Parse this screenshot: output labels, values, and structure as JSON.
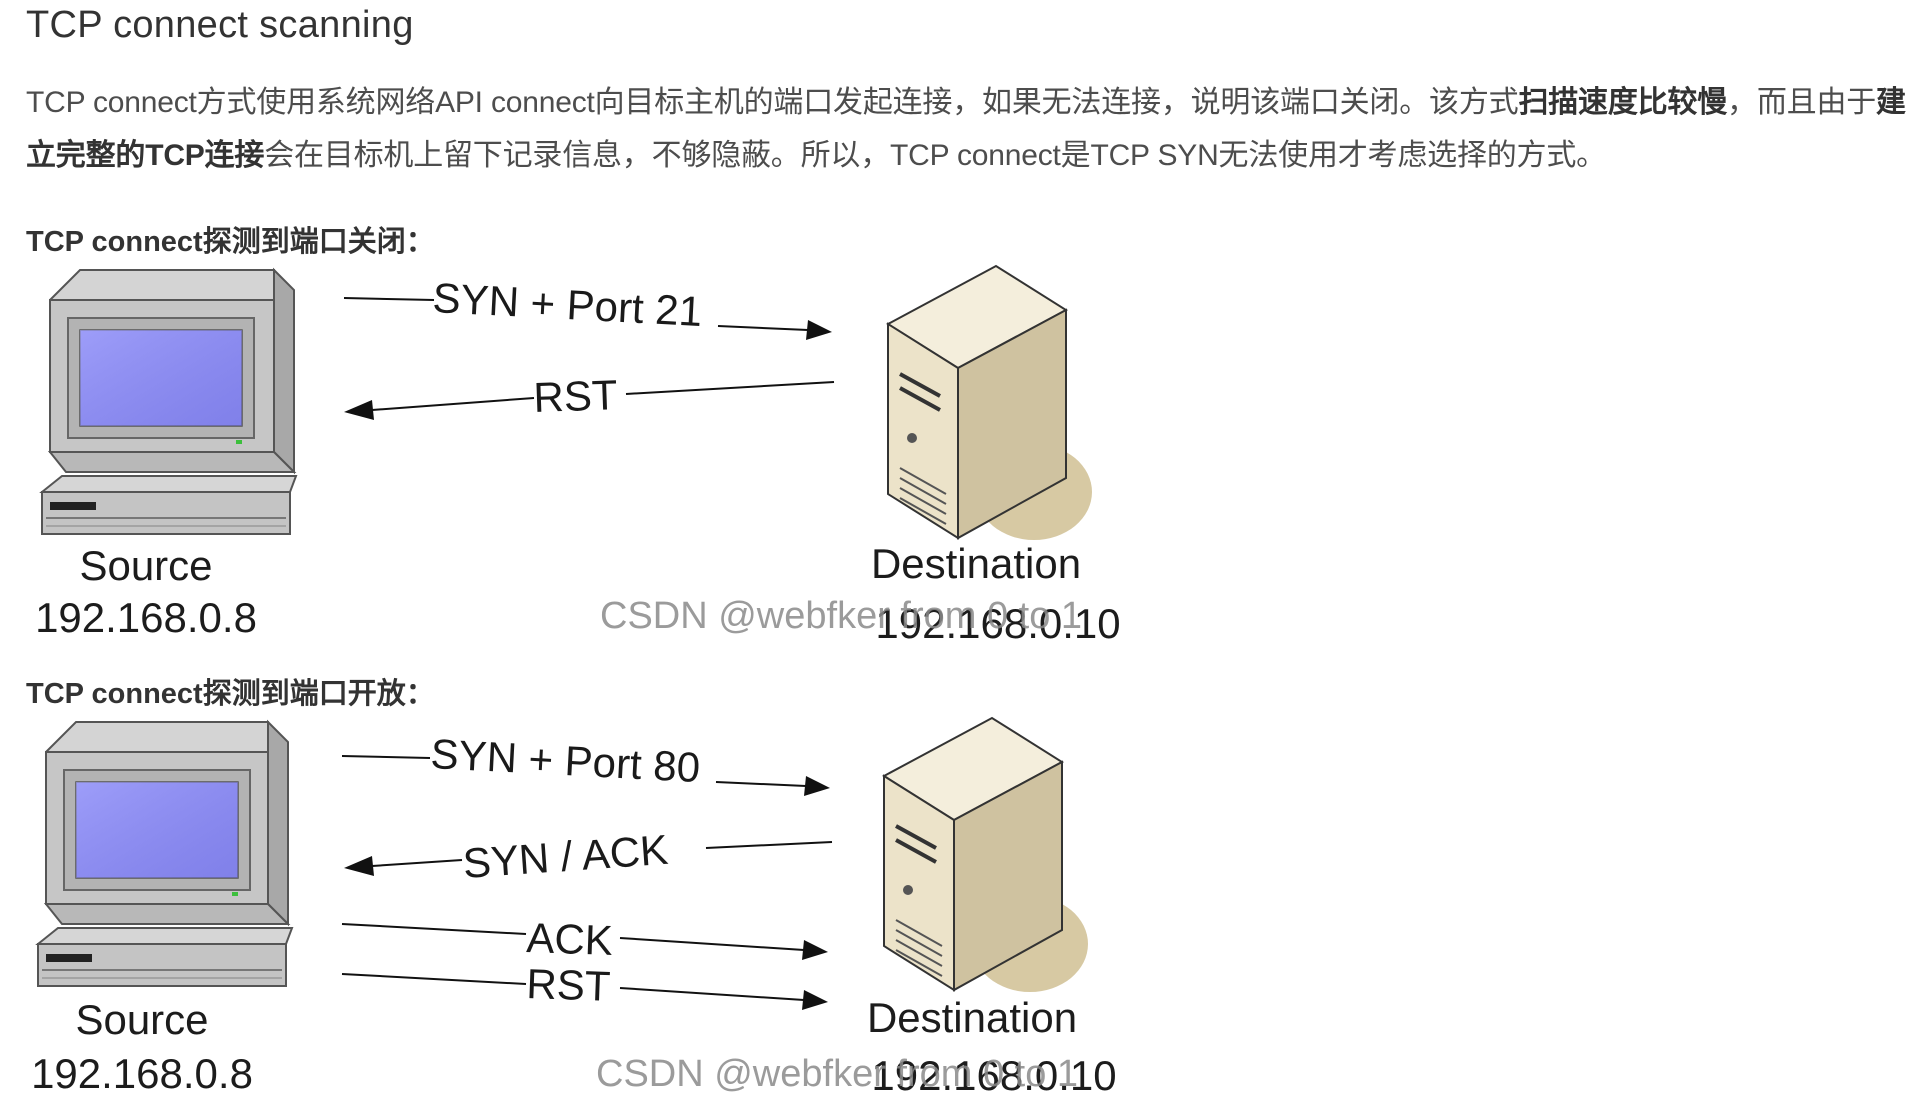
{
  "heading": "TCP connect scanning",
  "intro": {
    "p1": "TCP connect方式使用系统网络API connect向目标主机的端口发起连接，如果无法连接，说明该端口关闭。该方式",
    "b1": "扫描速度比较慢",
    "p2": "，而且由于",
    "b2": "建立完整的TCP连接",
    "p3": "会在目标机上留下记录信息，不够隐蔽。所以，TCP connect是TCP SYN无法使用才考虑选择的方式。"
  },
  "section_closed": {
    "title": "TCP connect探测到端口关闭：",
    "messages": [
      {
        "label": "SYN + Port 21",
        "direction": "to-destination"
      },
      {
        "label": "RST",
        "direction": "to-source"
      }
    ],
    "source_name": "Source",
    "source_ip": "192.168.0.8",
    "destination_name": "Destination",
    "destination_ip": "192.168.0.10",
    "watermark": "CSDN @webfker from 0 to 1"
  },
  "section_open": {
    "title": "TCP connect探测到端口开放：",
    "messages": [
      {
        "label": "SYN + Port 80",
        "direction": "to-destination"
      },
      {
        "label": "SYN / ACK",
        "direction": "to-source"
      },
      {
        "label": "ACK",
        "direction": "to-destination"
      },
      {
        "label": "RST",
        "direction": "to-destination"
      }
    ],
    "source_name": "Source",
    "source_ip": "192.168.0.8",
    "destination_name": "Destination",
    "destination_ip": "192.168.0.10",
    "watermark": "CSDN @webfker from 0 to 1"
  },
  "colors": {
    "screen": "#8c8cf0",
    "monitor_body": "#c9c9c9",
    "server_body": "#e8dfc6",
    "server_shadow": "#d7c9a3"
  }
}
